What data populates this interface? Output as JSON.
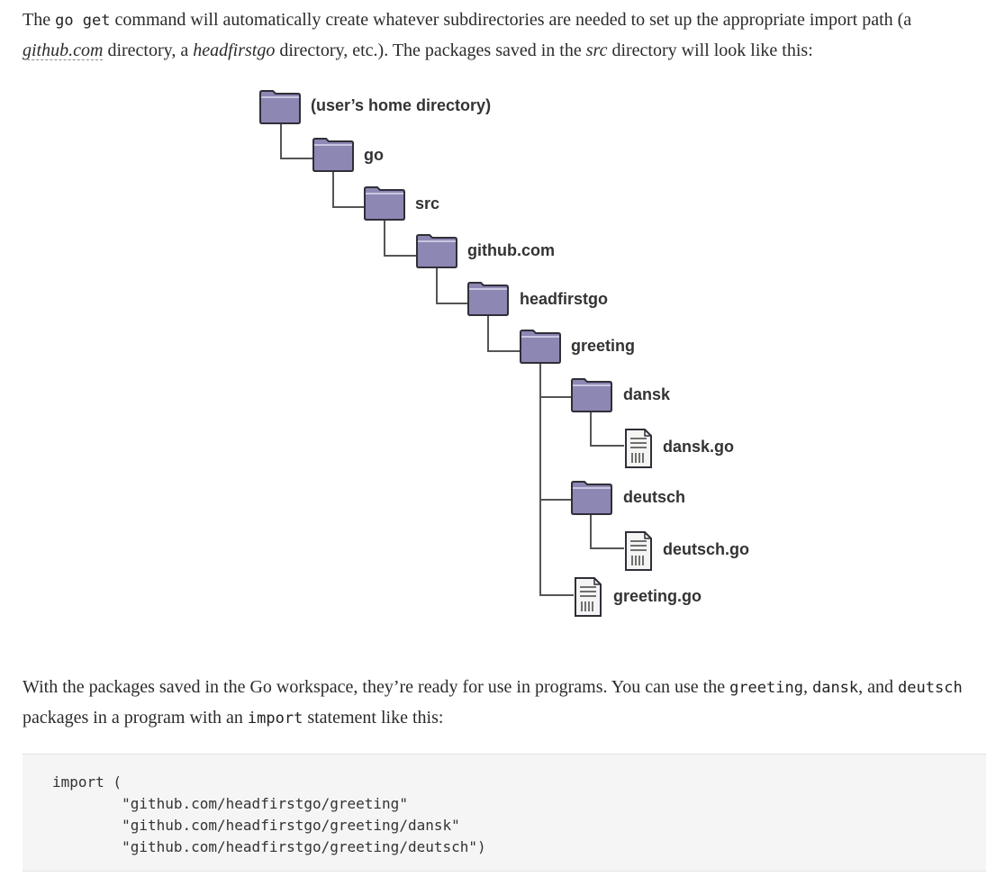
{
  "intro": {
    "t1": "The ",
    "code1": "go get",
    "t2": " command will automatically create whatever subdirectories are needed to set up the appropriate import path (a ",
    "link1": "github.com",
    "t3": " directory, a ",
    "em1": "headfirstgo",
    "t4": " directory, etc.). The packages saved in the ",
    "em2": "src",
    "t5": " directory will look like this:"
  },
  "tree": {
    "home": "(user’s home directory)",
    "go": "go",
    "src": "src",
    "github": "github.com",
    "headfirstgo": "headfirstgo",
    "greeting": "greeting",
    "dansk": "dansk",
    "dansk_go": "dansk.go",
    "deutsch": "deutsch",
    "deutsch_go": "deutsch.go",
    "greeting_go": "greeting.go"
  },
  "outro": {
    "t1": "With the packages saved in the Go workspace, they’re ready for use in programs. You can use the ",
    "code1": "greeting",
    "t2": ", ",
    "code2": "dansk",
    "t3": ", and ",
    "code3": "deutsch",
    "t4": " packages in a program with an ",
    "code4": "import",
    "t5": " statement like this:"
  },
  "code": {
    "block": "import (\n\t\"github.com/headfirstgo/greeting\"\n\t\"github.com/headfirstgo/greeting/dansk\"\n\t\"github.com/headfirstgo/greeting/deutsch\")"
  },
  "colors": {
    "folder": "#8c87b3",
    "folder_dark": "#2f2f38",
    "line": "#555555",
    "code_bg": "#f5f5f5"
  }
}
